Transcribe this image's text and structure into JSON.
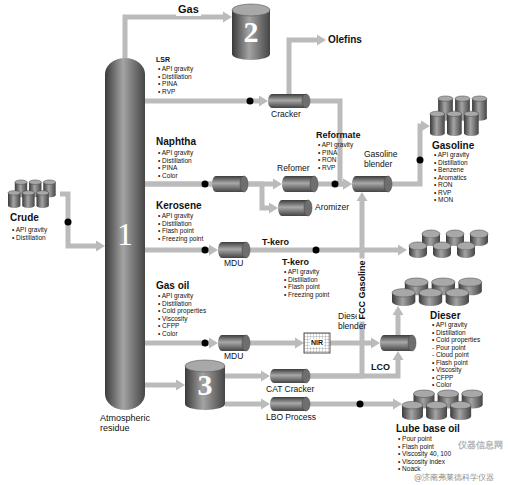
{
  "diagram": {
    "nodes": [
      {
        "text": [
          "Crude"
        ]
      },
      {
        "text": [
          "1"
        ]
      },
      {
        "text": [
          "2"
        ]
      },
      {
        "text": [
          "Cracker"
        ]
      },
      {
        "text": [
          "Refomer"
        ]
      },
      {
        "text": [
          "Aromizer"
        ]
      },
      {
        "text": [
          "Gasoline blender"
        ]
      },
      {
        "text": [
          "Gasoline"
        ]
      },
      {
        "text": [
          "MDU"
        ]
      },
      {
        "text": [
          "MDU"
        ]
      },
      {
        "text": [
          "NIR"
        ]
      },
      {
        "text": [
          "Dieser blender"
        ]
      },
      {
        "text": [
          "Dieser"
        ]
      },
      {
        "text": [
          "3"
        ]
      },
      {
        "text": [
          "CAT Cracker"
        ]
      },
      {
        "text": [
          "LBO Process"
        ]
      },
      {
        "text": [
          "Lube base oil"
        ]
      }
    ],
    "edges": [
      {
        "from": 0,
        "to": 1,
        "arrow": "to"
      },
      {
        "from": 1,
        "to": 2,
        "arrow": "to",
        "label": "Gas"
      },
      {
        "from": 1,
        "to": 3,
        "arrow": "to"
      },
      {
        "from": 3,
        "to": 6,
        "arrow": "to"
      },
      {
        "from": 1,
        "to": 4,
        "arrow": "to"
      },
      {
        "from": 1,
        "to": 5,
        "arrow": "to"
      },
      {
        "from": 4,
        "to": 6,
        "arrow": "to"
      },
      {
        "from": 6,
        "to": 7,
        "arrow": "to"
      },
      {
        "from": 1,
        "to": 8,
        "arrow": "to"
      },
      {
        "from": 1,
        "to": 9,
        "arrow": "to"
      },
      {
        "from": 9,
        "to": 10,
        "arrow": "to"
      },
      {
        "from": 10,
        "to": 11,
        "arrow": "to"
      },
      {
        "from": 11,
        "to": 12,
        "arrow": "to"
      },
      {
        "from": 1,
        "to": 13,
        "arrow": "to"
      },
      {
        "from": 13,
        "to": 14,
        "arrow": "to"
      },
      {
        "from": 14,
        "to": 6,
        "arrow": "to",
        "label": "FCC Gasoline"
      },
      {
        "from": 14,
        "to": 11,
        "arrow": "to",
        "label": "LCO"
      },
      {
        "from": 13,
        "to": 15,
        "arrow": "to"
      },
      {
        "from": 15,
        "to": 16,
        "arrow": "to"
      }
    ],
    "labels": [
      "• API gravity",
      "• Distillation",
      "LSR",
      "• API gravity",
      "• Distillation",
      "• PINA",
      "• RVP",
      "Olefins",
      "Naphtha",
      "• API gravity",
      "• Distillation",
      "• PINA",
      "• Color",
      "Reformate",
      "• API gravity",
      "• PINA",
      "• RON",
      "• RVP",
      "• API gravity",
      "• Distillation",
      "• Benzene",
      "• Aromatics",
      "• RON",
      "• RVP",
      "• MON",
      "Kerosene",
      "• API gravity",
      "• Distillation",
      "• Flash point",
      "• Freezing point",
      "T-kero",
      "T-kero",
      "• API gravity",
      "• Distillation",
      "• Flash point",
      "• Freezing point",
      "Gas oil",
      "• API gravity",
      "• Distillation",
      "• Cold properties",
      "• Viscosity",
      "• CFPP",
      "• Color",
      "• API gravity",
      "• Distillation",
      "• Cold properties",
      "- Pour point",
      "- Cloud point",
      "• Flash point",
      "• Viscosity",
      "• CFPP",
      "• Color",
      "Atmospheric residue",
      "• Pour point",
      "• Flash point",
      "• Viscosity 40, 100",
      "• Viscosity index",
      "• Noack",
      "仪器信息网",
      "@济南弗莱德科学仪器"
    ]
  }
}
